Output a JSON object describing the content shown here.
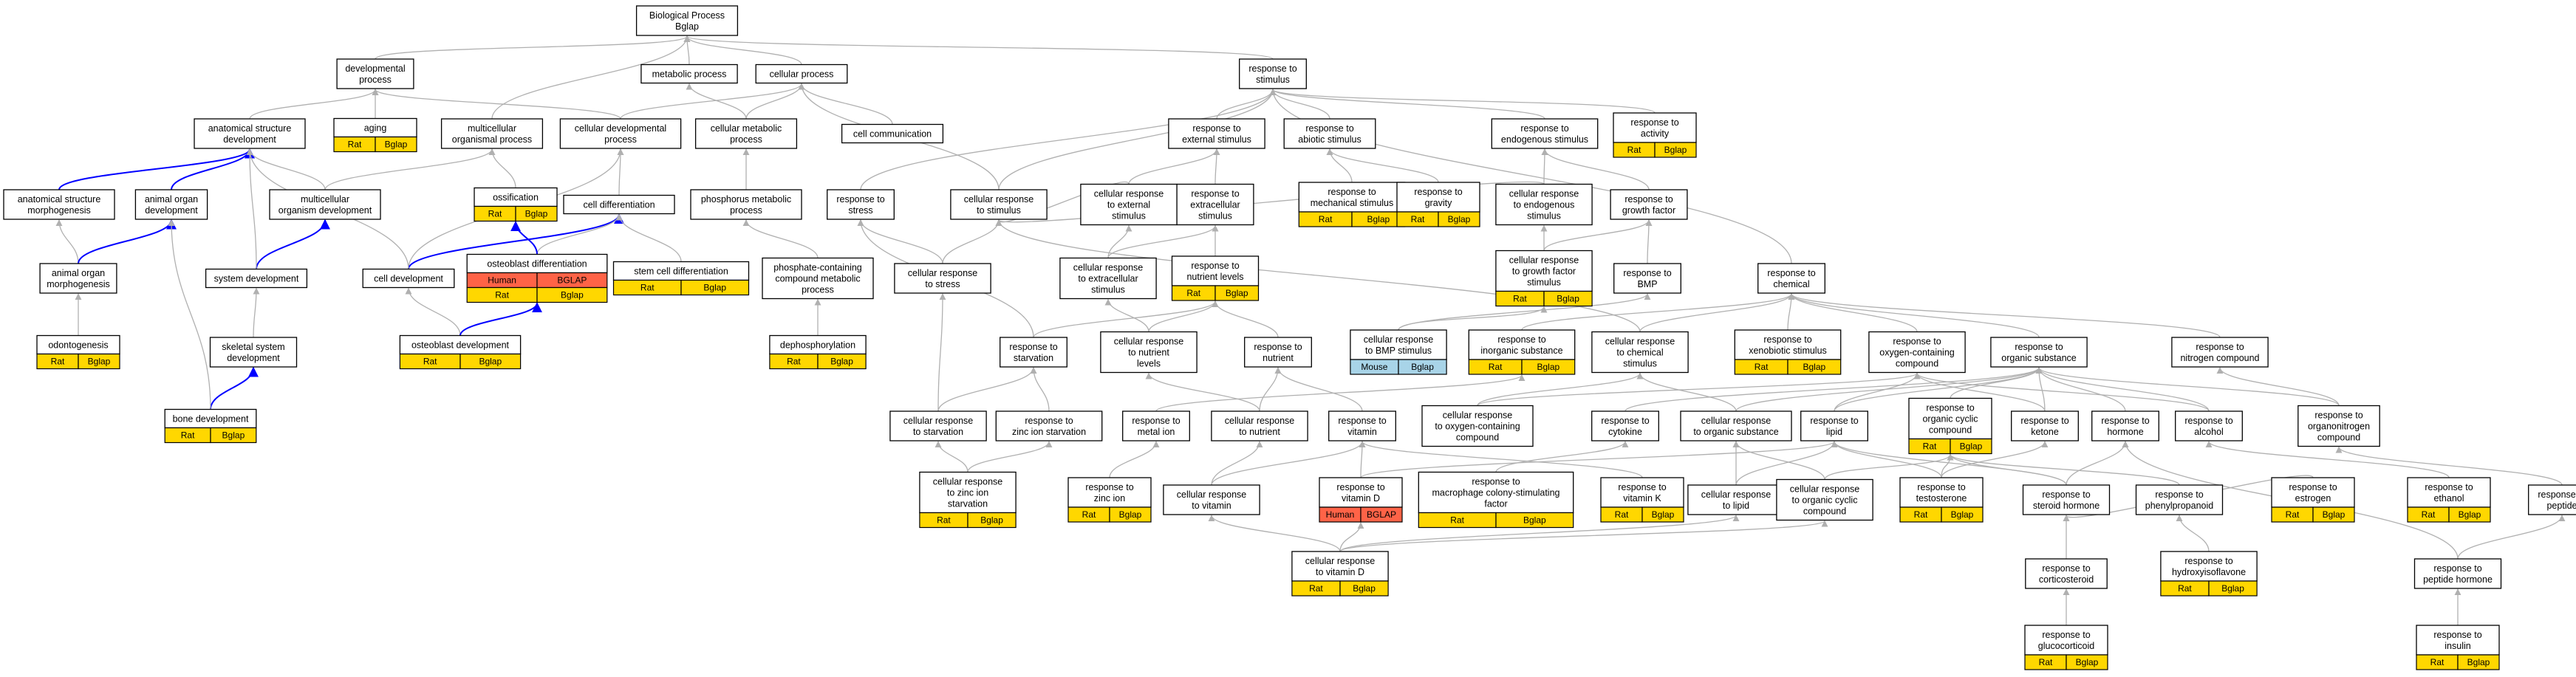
{
  "colors": {
    "edge": "#b0b0b0",
    "highlight_edge": "#0000ff",
    "rat": "#ffd700",
    "human": "#ff6347",
    "mouse": "#a8d4e8",
    "box_border": "#000000"
  },
  "nodes": [
    {
      "id": "n1",
      "lines": [
        "Biological Process",
        "Bglap"
      ]
    },
    {
      "id": "n2",
      "lines": [
        "developmental",
        "process"
      ]
    },
    {
      "id": "n3",
      "lines": [
        "metabolic process"
      ]
    },
    {
      "id": "n4",
      "lines": [
        "cellular process"
      ]
    },
    {
      "id": "n5",
      "lines": [
        "response to",
        "stimulus"
      ]
    },
    {
      "id": "n6",
      "lines": [
        "aging"
      ],
      "ann": [
        {
          "org": "Rat",
          "gene": "Bglap"
        }
      ]
    },
    {
      "id": "n7",
      "lines": [
        "anatomical structure",
        "development"
      ]
    },
    {
      "id": "n8",
      "lines": [
        "multicellular",
        "organismal process"
      ]
    },
    {
      "id": "n9",
      "lines": [
        "cellular developmental",
        "process"
      ]
    },
    {
      "id": "n10",
      "lines": [
        "cellular metabolic",
        "process"
      ]
    },
    {
      "id": "n11",
      "lines": [
        "cell communication"
      ]
    },
    {
      "id": "n12",
      "lines": [
        "response to",
        "external stimulus"
      ]
    },
    {
      "id": "n13",
      "lines": [
        "response to",
        "abiotic stimulus"
      ]
    },
    {
      "id": "n14",
      "lines": [
        "response to",
        "endogenous stimulus"
      ]
    },
    {
      "id": "n15",
      "lines": [
        "response to",
        "activity"
      ],
      "ann": [
        {
          "org": "Rat",
          "gene": "Bglap"
        }
      ]
    },
    {
      "id": "n16",
      "lines": [
        "anatomical structure",
        "morphogenesis"
      ]
    },
    {
      "id": "n17",
      "lines": [
        "animal organ",
        "development"
      ]
    },
    {
      "id": "n18",
      "lines": [
        "multicellular",
        "organism development"
      ]
    },
    {
      "id": "n19",
      "lines": [
        "ossification"
      ],
      "ann": [
        {
          "org": "Rat",
          "gene": "Bglap"
        }
      ]
    },
    {
      "id": "n20",
      "lines": [
        "cell differentiation"
      ]
    },
    {
      "id": "n21",
      "lines": [
        "phosphorus metabolic",
        "process"
      ]
    },
    {
      "id": "n22",
      "lines": [
        "response to",
        "stress"
      ]
    },
    {
      "id": "n23",
      "lines": [
        "cellular response",
        "to stimulus"
      ]
    },
    {
      "id": "n24",
      "lines": [
        "cellular response",
        "to external",
        "stimulus"
      ]
    },
    {
      "id": "n25",
      "lines": [
        "response to",
        "extracellular",
        "stimulus"
      ]
    },
    {
      "id": "n26",
      "lines": [
        "response to",
        "mechanical stimulus"
      ],
      "ann": [
        {
          "org": "Rat",
          "gene": "Bglap"
        }
      ]
    },
    {
      "id": "n27",
      "lines": [
        "response to",
        "gravity"
      ],
      "ann": [
        {
          "org": "Rat",
          "gene": "Bglap"
        }
      ]
    },
    {
      "id": "n28",
      "lines": [
        "cellular response",
        "to endogenous",
        "stimulus"
      ]
    },
    {
      "id": "n29",
      "lines": [
        "response to",
        "growth factor"
      ]
    },
    {
      "id": "n30",
      "lines": [
        "animal organ",
        "morphogenesis"
      ]
    },
    {
      "id": "n31",
      "lines": [
        "system development"
      ]
    },
    {
      "id": "n32",
      "lines": [
        "cell development"
      ]
    },
    {
      "id": "n33",
      "lines": [
        "osteoblast differentiation"
      ],
      "ann": [
        {
          "org": "Human",
          "gene": "BGLAP"
        },
        {
          "org": "Rat",
          "gene": "Bglap"
        }
      ]
    },
    {
      "id": "n34",
      "lines": [
        "stem cell differentiation"
      ],
      "ann": [
        {
          "org": "Rat",
          "gene": "Bglap"
        }
      ]
    },
    {
      "id": "n35",
      "lines": [
        "phosphate-containing",
        "compound metabolic",
        "process"
      ]
    },
    {
      "id": "n36",
      "lines": [
        "cellular response",
        "to stress"
      ]
    },
    {
      "id": "n37",
      "lines": [
        "cellular response",
        "to extracellular",
        "stimulus"
      ]
    },
    {
      "id": "n38",
      "lines": [
        "response to",
        "nutrient levels"
      ],
      "ann": [
        {
          "org": "Rat",
          "gene": "Bglap"
        }
      ]
    },
    {
      "id": "n39",
      "lines": [
        "cellular response",
        "to growth factor",
        "stimulus"
      ],
      "ann": [
        {
          "org": "Rat",
          "gene": "Bglap"
        }
      ]
    },
    {
      "id": "n40",
      "lines": [
        "response to",
        "BMP"
      ]
    },
    {
      "id": "n41",
      "lines": [
        "response to",
        "chemical"
      ]
    },
    {
      "id": "n42",
      "lines": [
        "odontogenesis"
      ],
      "ann": [
        {
          "org": "Rat",
          "gene": "Bglap"
        }
      ]
    },
    {
      "id": "n43",
      "lines": [
        "skeletal system",
        "development"
      ]
    },
    {
      "id": "n44",
      "lines": [
        "osteoblast development"
      ],
      "ann": [
        {
          "org": "Rat",
          "gene": "Bglap"
        }
      ]
    },
    {
      "id": "n45",
      "lines": [
        "dephosphorylation"
      ],
      "ann": [
        {
          "org": "Rat",
          "gene": "Bglap"
        }
      ]
    },
    {
      "id": "n46",
      "lines": [
        "response to",
        "starvation"
      ]
    },
    {
      "id": "n47",
      "lines": [
        "cellular response",
        "to nutrient",
        "levels"
      ]
    },
    {
      "id": "n48",
      "lines": [
        "response to",
        "nutrient"
      ]
    },
    {
      "id": "n49",
      "lines": [
        "cellular response",
        "to BMP stimulus"
      ],
      "ann": [
        {
          "org": "Mouse",
          "gene": "Bglap"
        }
      ]
    },
    {
      "id": "n50",
      "lines": [
        "response to",
        "inorganic substance"
      ],
      "ann": [
        {
          "org": "Rat",
          "gene": "Bglap"
        }
      ]
    },
    {
      "id": "n51",
      "lines": [
        "cellular response",
        "to chemical",
        "stimulus"
      ]
    },
    {
      "id": "n52",
      "lines": [
        "response to",
        "xenobiotic stimulus"
      ],
      "ann": [
        {
          "org": "Rat",
          "gene": "Bglap"
        }
      ]
    },
    {
      "id": "n53",
      "lines": [
        "response to",
        "oxygen-containing",
        "compound"
      ]
    },
    {
      "id": "n54",
      "lines": [
        "response to",
        "organic substance"
      ]
    },
    {
      "id": "n55",
      "lines": [
        "response to",
        "nitrogen compound"
      ]
    },
    {
      "id": "n56",
      "lines": [
        "bone development"
      ],
      "ann": [
        {
          "org": "Rat",
          "gene": "Bglap"
        }
      ]
    },
    {
      "id": "n57",
      "lines": [
        "cellular response",
        "to starvation"
      ]
    },
    {
      "id": "n58",
      "lines": [
        "response to",
        "zinc ion starvation"
      ]
    },
    {
      "id": "n59",
      "lines": [
        "response to",
        "metal ion"
      ]
    },
    {
      "id": "n60",
      "lines": [
        "cellular response",
        "to nutrient"
      ]
    },
    {
      "id": "n61",
      "lines": [
        "response to",
        "vitamin"
      ]
    },
    {
      "id": "n62",
      "lines": [
        "cellular response",
        "to oxygen-containing",
        "compound"
      ]
    },
    {
      "id": "n63",
      "lines": [
        "response to",
        "cytokine"
      ]
    },
    {
      "id": "n64",
      "lines": [
        "cellular response",
        "to organic substance"
      ]
    },
    {
      "id": "n65",
      "lines": [
        "response to",
        "lipid"
      ]
    },
    {
      "id": "n66",
      "lines": [
        "response to",
        "organic cyclic",
        "compound"
      ],
      "ann": [
        {
          "org": "Rat",
          "gene": "Bglap"
        }
      ]
    },
    {
      "id": "n67",
      "lines": [
        "response to",
        "ketone"
      ]
    },
    {
      "id": "n68",
      "lines": [
        "response to",
        "hormone"
      ]
    },
    {
      "id": "n69",
      "lines": [
        "response to",
        "alcohol"
      ]
    },
    {
      "id": "n70",
      "lines": [
        "response to",
        "organonitrogen",
        "compound"
      ]
    },
    {
      "id": "n71",
      "lines": [
        "cellular response",
        "to zinc ion",
        "starvation"
      ],
      "ann": [
        {
          "org": "Rat",
          "gene": "Bglap"
        }
      ]
    },
    {
      "id": "n72",
      "lines": [
        "response to",
        "zinc ion"
      ],
      "ann": [
        {
          "org": "Rat",
          "gene": "Bglap"
        }
      ]
    },
    {
      "id": "n73",
      "lines": [
        "cellular response",
        "to vitamin"
      ]
    },
    {
      "id": "n74",
      "lines": [
        "response to",
        "vitamin D"
      ],
      "ann": [
        {
          "org": "Human",
          "gene": "BGLAP"
        }
      ]
    },
    {
      "id": "n75",
      "lines": [
        "response to",
        "macrophage colony-stimulating",
        "factor"
      ],
      "ann": [
        {
          "org": "Rat",
          "gene": "Bglap"
        }
      ]
    },
    {
      "id": "n76",
      "lines": [
        "response to",
        "vitamin K"
      ],
      "ann": [
        {
          "org": "Rat",
          "gene": "Bglap"
        }
      ]
    },
    {
      "id": "n77",
      "lines": [
        "cellular response",
        "to lipid"
      ]
    },
    {
      "id": "n78",
      "lines": [
        "cellular response",
        "to organic cyclic",
        "compound"
      ]
    },
    {
      "id": "n79",
      "lines": [
        "response to",
        "testosterone"
      ],
      "ann": [
        {
          "org": "Rat",
          "gene": "Bglap"
        }
      ]
    },
    {
      "id": "n80",
      "lines": [
        "response to",
        "steroid hormone"
      ]
    },
    {
      "id": "n81",
      "lines": [
        "response to",
        "phenylpropanoid"
      ]
    },
    {
      "id": "n82",
      "lines": [
        "response to",
        "estrogen"
      ],
      "ann": [
        {
          "org": "Rat",
          "gene": "Bglap"
        }
      ]
    },
    {
      "id": "n83",
      "lines": [
        "response to",
        "ethanol"
      ],
      "ann": [
        {
          "org": "Rat",
          "gene": "Bglap"
        }
      ]
    },
    {
      "id": "n84",
      "lines": [
        "response to",
        "peptide"
      ]
    },
    {
      "id": "n85",
      "lines": [
        "cellular response",
        "to vitamin D"
      ],
      "ann": [
        {
          "org": "Rat",
          "gene": "Bglap"
        }
      ]
    },
    {
      "id": "n86",
      "lines": [
        "response to",
        "corticosteroid"
      ]
    },
    {
      "id": "n87",
      "lines": [
        "response to",
        "hydroxyisoflavone"
      ],
      "ann": [
        {
          "org": "Rat",
          "gene": "Bglap"
        }
      ]
    },
    {
      "id": "n88",
      "lines": [
        "response to",
        "peptide hormone"
      ]
    },
    {
      "id": "n89",
      "lines": [
        "response to",
        "glucocorticoid"
      ],
      "ann": [
        {
          "org": "Rat",
          "gene": "Bglap"
        }
      ]
    },
    {
      "id": "n90",
      "lines": [
        "response to",
        "insulin"
      ],
      "ann": [
        {
          "org": "Rat",
          "gene": "Bglap"
        }
      ]
    }
  ],
  "edges": [
    [
      "n2",
      "n1"
    ],
    [
      "n3",
      "n1"
    ],
    [
      "n4",
      "n1"
    ],
    [
      "n5",
      "n1"
    ],
    [
      "n6",
      "n2"
    ],
    [
      "n7",
      "n2"
    ],
    [
      "n8",
      "n1"
    ],
    [
      "n9",
      "n2"
    ],
    [
      "n9",
      "n4"
    ],
    [
      "n10",
      "n3"
    ],
    [
      "n10",
      "n4"
    ],
    [
      "n11",
      "n4"
    ],
    [
      "n12",
      "n5"
    ],
    [
      "n13",
      "n5"
    ],
    [
      "n14",
      "n5"
    ],
    [
      "n15",
      "n5"
    ],
    [
      "n16",
      "n7",
      "hl"
    ],
    [
      "n17",
      "n7",
      "hl"
    ],
    [
      "n18",
      "n7"
    ],
    [
      "n18",
      "n8"
    ],
    [
      "n19",
      "n8"
    ],
    [
      "n20",
      "n9"
    ],
    [
      "n21",
      "n10"
    ],
    [
      "n22",
      "n5"
    ],
    [
      "n23",
      "n4"
    ],
    [
      "n23",
      "n5"
    ],
    [
      "n24",
      "n12"
    ],
    [
      "n24",
      "n23"
    ],
    [
      "n25",
      "n12"
    ],
    [
      "n26",
      "n13"
    ],
    [
      "n27",
      "n13"
    ],
    [
      "n28",
      "n14"
    ],
    [
      "n28",
      "n23"
    ],
    [
      "n29",
      "n14"
    ],
    [
      "n30",
      "n16"
    ],
    [
      "n30",
      "n17",
      "hl"
    ],
    [
      "n31",
      "n18",
      "hl"
    ],
    [
      "n31",
      "n7"
    ],
    [
      "n32",
      "n9"
    ],
    [
      "n32",
      "n20",
      "hl"
    ],
    [
      "n32",
      "n7"
    ],
    [
      "n33",
      "n20"
    ],
    [
      "n33",
      "n19",
      "hl"
    ],
    [
      "n34",
      "n20"
    ],
    [
      "n35",
      "n21"
    ],
    [
      "n36",
      "n22"
    ],
    [
      "n36",
      "n23"
    ],
    [
      "n37",
      "n25"
    ],
    [
      "n37",
      "n24"
    ],
    [
      "n38",
      "n25"
    ],
    [
      "n39",
      "n28"
    ],
    [
      "n39",
      "n29"
    ],
    [
      "n40",
      "n29"
    ],
    [
      "n41",
      "n5"
    ],
    [
      "n42",
      "n30"
    ],
    [
      "n43",
      "n31"
    ],
    [
      "n44",
      "n32"
    ],
    [
      "n44",
      "n33",
      "hl"
    ],
    [
      "n45",
      "n35"
    ],
    [
      "n46",
      "n22"
    ],
    [
      "n46",
      "n38"
    ],
    [
      "n47",
      "n37"
    ],
    [
      "n47",
      "n38"
    ],
    [
      "n48",
      "n38"
    ],
    [
      "n49",
      "n39"
    ],
    [
      "n49",
      "n40"
    ],
    [
      "n50",
      "n41"
    ],
    [
      "n51",
      "n41"
    ],
    [
      "n51",
      "n23"
    ],
    [
      "n52",
      "n41"
    ],
    [
      "n53",
      "n41"
    ],
    [
      "n54",
      "n41"
    ],
    [
      "n55",
      "n41"
    ],
    [
      "n56",
      "n43",
      "hl"
    ],
    [
      "n56",
      "n17"
    ],
    [
      "n57",
      "n46"
    ],
    [
      "n57",
      "n36"
    ],
    [
      "n58",
      "n46"
    ],
    [
      "n59",
      "n50"
    ],
    [
      "n60",
      "n48"
    ],
    [
      "n60",
      "n47"
    ],
    [
      "n61",
      "n48"
    ],
    [
      "n62",
      "n51"
    ],
    [
      "n62",
      "n53"
    ],
    [
      "n63",
      "n54"
    ],
    [
      "n64",
      "n51"
    ],
    [
      "n64",
      "n54"
    ],
    [
      "n65",
      "n53"
    ],
    [
      "n65",
      "n54"
    ],
    [
      "n66",
      "n54"
    ],
    [
      "n67",
      "n53"
    ],
    [
      "n67",
      "n54"
    ],
    [
      "n68",
      "n54"
    ],
    [
      "n69",
      "n53"
    ],
    [
      "n69",
      "n54"
    ],
    [
      "n70",
      "n54"
    ],
    [
      "n70",
      "n55"
    ],
    [
      "n71",
      "n57"
    ],
    [
      "n71",
      "n58"
    ],
    [
      "n72",
      "n59"
    ],
    [
      "n73",
      "n61"
    ],
    [
      "n73",
      "n60"
    ],
    [
      "n74",
      "n61"
    ],
    [
      "n74",
      "n65"
    ],
    [
      "n75",
      "n63"
    ],
    [
      "n76",
      "n61"
    ],
    [
      "n77",
      "n64"
    ],
    [
      "n77",
      "n65"
    ],
    [
      "n78",
      "n64"
    ],
    [
      "n78",
      "n66"
    ],
    [
      "n79",
      "n65"
    ],
    [
      "n79",
      "n67"
    ],
    [
      "n79",
      "n66"
    ],
    [
      "n80",
      "n68"
    ],
    [
      "n80",
      "n65"
    ],
    [
      "n80",
      "n66"
    ],
    [
      "n81",
      "n66"
    ],
    [
      "n82",
      "n80"
    ],
    [
      "n83",
      "n69"
    ],
    [
      "n84",
      "n70"
    ],
    [
      "n85",
      "n74"
    ],
    [
      "n85",
      "n73"
    ],
    [
      "n85",
      "n77"
    ],
    [
      "n85",
      "n78"
    ],
    [
      "n86",
      "n80"
    ],
    [
      "n87",
      "n81"
    ],
    [
      "n88",
      "n84"
    ],
    [
      "n88",
      "n68"
    ],
    [
      "n89",
      "n86"
    ],
    [
      "n90",
      "n88"
    ]
  ]
}
